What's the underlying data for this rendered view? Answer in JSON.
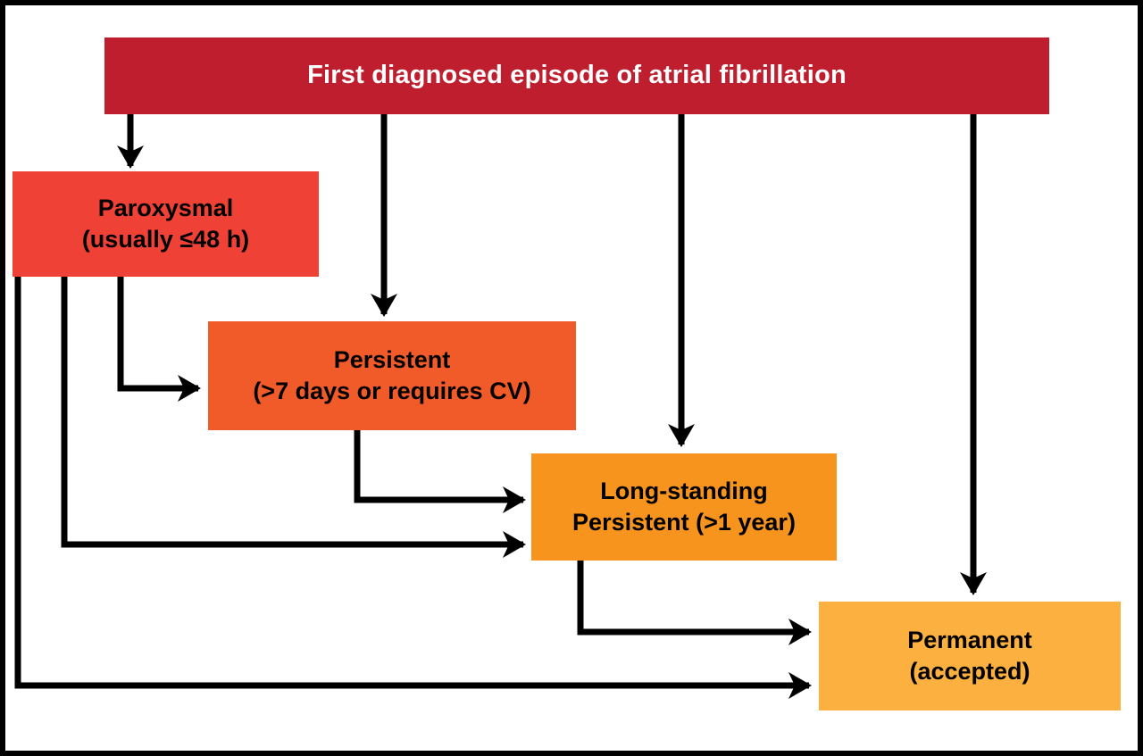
{
  "diagram": {
    "type": "flowchart",
    "subject": "Classification of atrial fibrillation",
    "canvas": {
      "background_color": "#FFFFFF",
      "border_color": "#000000",
      "arrow_color": "#000000"
    },
    "nodes": [
      {
        "id": "first-diagnosed",
        "label": "First diagnosed episode of atrial fibrillation",
        "color": "#BE1E2D",
        "text_color": "#FFFFFF"
      },
      {
        "id": "paroxysmal",
        "line1": "Paroxysmal",
        "line2": "(usually ≤48 h)",
        "color": "#EF4136",
        "text_color": "#000000"
      },
      {
        "id": "persistent",
        "line1": "Persistent",
        "line2": "(>7 days or requires CV)",
        "color": "#F15A29",
        "text_color": "#000000"
      },
      {
        "id": "longstanding",
        "line1": "Long-standing",
        "line2": "Persistent (>1 year)",
        "color": "#F7941E",
        "text_color": "#000000"
      },
      {
        "id": "permanent",
        "line1": "Permanent",
        "line2": "(accepted)",
        "color": "#FBB040",
        "text_color": "#000000"
      }
    ],
    "edges": [
      {
        "from": "first-diagnosed",
        "to": "paroxysmal"
      },
      {
        "from": "first-diagnosed",
        "to": "persistent"
      },
      {
        "from": "first-diagnosed",
        "to": "longstanding"
      },
      {
        "from": "first-diagnosed",
        "to": "permanent"
      },
      {
        "from": "paroxysmal",
        "to": "persistent"
      },
      {
        "from": "paroxysmal",
        "to": "longstanding"
      },
      {
        "from": "paroxysmal",
        "to": "permanent"
      },
      {
        "from": "persistent",
        "to": "longstanding"
      },
      {
        "from": "longstanding",
        "to": "permanent"
      }
    ]
  }
}
